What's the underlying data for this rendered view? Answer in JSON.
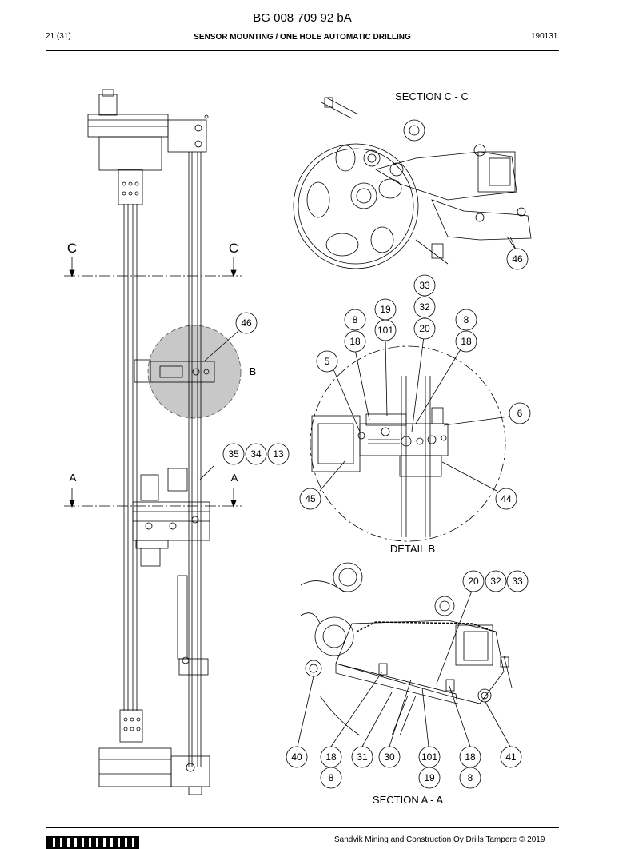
{
  "header": {
    "doc_number": "BG 008 709 92 bA",
    "page_indicator": "21 (31)",
    "title": "SENSOR MOUNTING / ONE HOLE AUTOMATIC DRILLING",
    "date": "190131"
  },
  "footer": {
    "copyright": "Sandvik Mining and Construction Oy Drills Tampere © 2019"
  },
  "views": {
    "section_cc": "SECTION C - C",
    "detail_b": "DETAIL B",
    "section_aa": "SECTION A - A"
  },
  "cut_marks": {
    "c_left": "C",
    "c_right": "C",
    "a_left": "A",
    "a_right": "A",
    "detail": "B"
  },
  "balloons": {
    "main_46": "46",
    "main_35": "35",
    "main_34": "34",
    "main_13": "13",
    "cc_46": "46",
    "b_33": "33",
    "b_32": "32",
    "b_19": "19",
    "b_8a": "8",
    "b_8b": "8",
    "b_101": "101",
    "b_20": "20",
    "b_18a": "18",
    "b_18b": "18",
    "b_5": "5",
    "b_6": "6",
    "b_45": "45",
    "b_44": "44",
    "aa_20": "20",
    "aa_32": "32",
    "aa_33": "33",
    "aa_40": "40",
    "aa_18a": "18",
    "aa_31": "31",
    "aa_30": "30",
    "aa_101": "101",
    "aa_18b": "18",
    "aa_41": "41",
    "aa_8a": "8",
    "aa_19": "19",
    "aa_8b": "8"
  }
}
